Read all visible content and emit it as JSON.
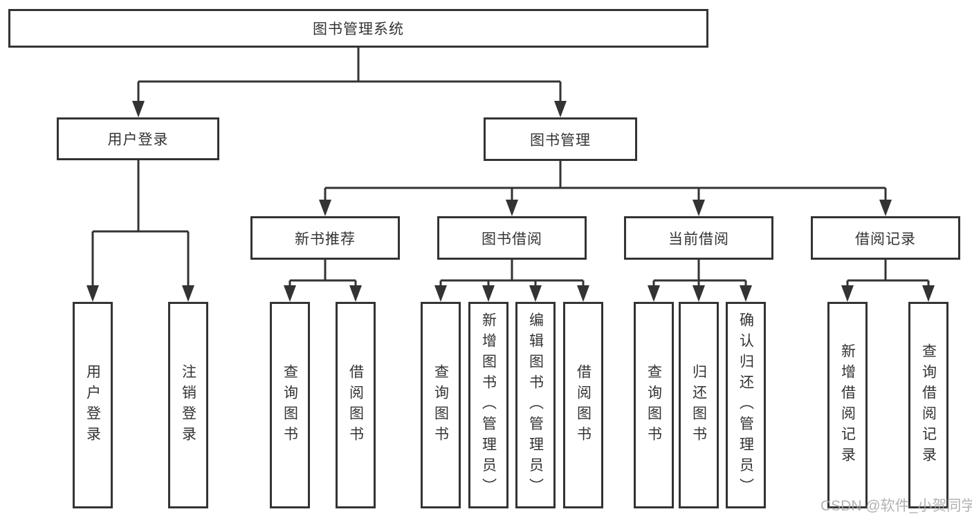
{
  "diagram": {
    "type": "hierarchy-chart",
    "colors": {
      "line": "#333333",
      "box_border": "#333333",
      "box_background": "#ffffff",
      "text": "#333333",
      "watermark_text_color": "#a4a4a4"
    },
    "root": {
      "label": "图书管理系统",
      "children": [
        {
          "label": "用户登录",
          "children": [
            "用户登录",
            "注销登录"
          ]
        },
        {
          "label": "图书管理",
          "children": [
            {
              "label": "新书推荐",
              "children": [
                "查询图书",
                "借阅图书"
              ]
            },
            {
              "label": "图书借阅",
              "children": [
                "查询图书",
                "新增图书（管理员）",
                "编辑图书（管理员）",
                "借阅图书"
              ]
            },
            {
              "label": "当前借阅",
              "children": [
                "查询图书",
                "归还图书",
                "确认归还（管理员）"
              ]
            },
            {
              "label": "借阅记录",
              "children": [
                "新增借阅记录",
                "查询借阅记录"
              ]
            }
          ]
        }
      ]
    },
    "watermark": {
      "text": "CSDN @软件_小贺同学"
    }
  }
}
